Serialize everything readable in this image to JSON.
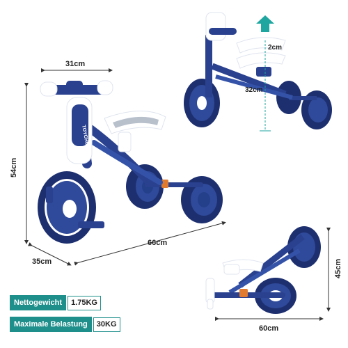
{
  "dimensions": {
    "handlebar_width": "31cm",
    "height": "54cm",
    "depth": "35cm",
    "length": "66cm",
    "seat_adjust": "2cm",
    "seat_height": "32cm",
    "folded_height": "45cm",
    "folded_length": "60cm"
  },
  "brand_text": "TOYCHOOS",
  "specs": [
    {
      "label": "Nettogewicht",
      "value": "1.75KG"
    },
    {
      "label": "Maximale Belastung",
      "value": "30KG"
    }
  ],
  "colors": {
    "frame_blue": "#1f3a8a",
    "accent_teal": "#1f8f8c",
    "white_parts": "#f4f6fa",
    "orange_detail": "#e07a2e"
  }
}
